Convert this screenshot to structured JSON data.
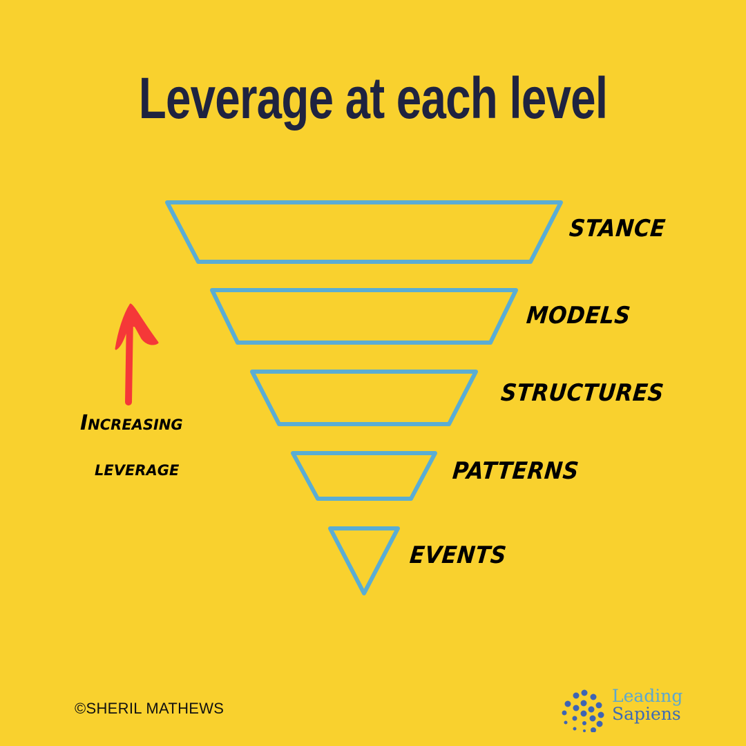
{
  "title": "Leverage at each level",
  "colors": {
    "background": "#F9D12E",
    "title": "#1F2340",
    "outline": "#5AADD4",
    "arrow": "#F53838",
    "label": "#000000",
    "logo_dots": "#3E64B3",
    "logo_text_top": "#5BA7D0",
    "logo_text_bottom": "#3E6BB5"
  },
  "levels": [
    {
      "label": "STANCE",
      "shape": "trapezoid"
    },
    {
      "label": "MODELS",
      "shape": "trapezoid"
    },
    {
      "label": "STRUCTURES",
      "shape": "trapezoid"
    },
    {
      "label": "PATTERNS",
      "shape": "trapezoid"
    },
    {
      "label": "EVENTS",
      "shape": "triangle"
    }
  ],
  "arrow": {
    "direction": "up",
    "icon": "arrow-up-icon",
    "label_line1": "Increasing",
    "label_line2": "leverage"
  },
  "footer": {
    "copyright": "©SHERIL MATHEWS",
    "logo_line1": "Leading",
    "logo_line2": "Sapiens",
    "logo_icon": "dot-cluster-icon"
  }
}
